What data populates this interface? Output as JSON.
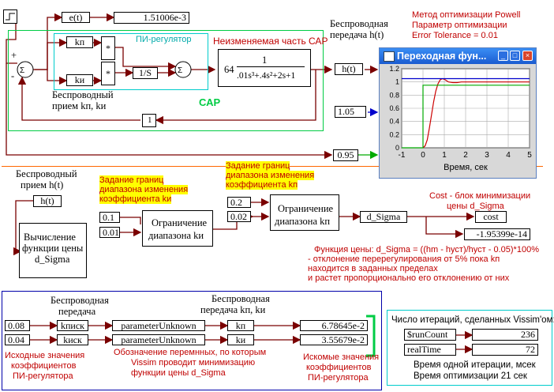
{
  "colors": {
    "dark_red": "#7a0000",
    "green": "#00cc44",
    "cyan": "#00cccc",
    "blue": "#0000aa",
    "orange": "#ff6600",
    "red_text": "#c00000",
    "highlight": "#ffff00"
  },
  "top": {
    "e_block": "e(t)",
    "e_value": "1.51006e-3",
    "kp_block": "kп",
    "ki_block": "kи",
    "mult": "*",
    "integrator": "1/S",
    "pi_label": "ПИ-регулятор",
    "plant_label": "Неизменяемая часть САР",
    "plant_gain": "64",
    "plant_num": "1",
    "plant_den": ".01s³+.4s²+2s+1",
    "wireless_tx_label": [
      "Беспроводная",
      "передача h(t)"
    ],
    "h_block": "h(t)",
    "wireless_rx_label": [
      "Беспроводный",
      "прием kп,  kи"
    ],
    "sar_label": "САР",
    "feedback_gain": "1",
    "const_105": "1.05",
    "const_095": "0.95",
    "plus": "+",
    "minus": "-",
    "method": [
      "Метод оптимизации Powell",
      "Параметр оптимизации",
      "Error Tolerance = 0.01"
    ]
  },
  "plot_window": {
    "title": "Переходная фун...",
    "xlabel": "Время, сек",
    "x_ticks": [
      "-1",
      "0",
      "1",
      "2",
      "3",
      "4",
      "5"
    ],
    "y_ticks": [
      "0",
      "0.2",
      "0.4",
      "0.6",
      "0.8",
      "1",
      "1.2"
    ],
    "btn_min": "_",
    "btn_max": "□",
    "btn_close": "×"
  },
  "chart_data": {
    "type": "line",
    "xlabel": "Время, сек",
    "xlim": [
      -1,
      5
    ],
    "ylim": [
      0,
      1.2
    ],
    "series": [
      {
        "color": "#cc0000",
        "x": [
          0,
          0.1,
          0.2,
          0.3,
          0.4,
          0.5,
          0.6,
          0.7,
          0.8,
          0.9,
          1.0,
          1.1,
          1.2,
          1.4,
          1.6,
          1.8,
          2.0,
          2.5,
          3,
          4,
          5
        ],
        "y": [
          0,
          0.03,
          0.12,
          0.3,
          0.5,
          0.7,
          0.86,
          0.97,
          1.03,
          1.05,
          1.04,
          1.02,
          1.0,
          0.99,
          0.99,
          1.0,
          1.0,
          1.0,
          1.0,
          1.0,
          1.0
        ]
      },
      {
        "color": "#0000cc",
        "x": [
          -1,
          5
        ],
        "y": [
          1.05,
          1.05
        ]
      },
      {
        "color": "#00aa00",
        "x": [
          -1,
          0,
          0,
          5
        ],
        "y": [
          0,
          0,
          0.95,
          0.95
        ]
      }
    ]
  },
  "middle": {
    "wireless_rx": [
      "Беспроводный",
      "прием h(t)"
    ],
    "h_block": "h(t)",
    "calc_block": [
      "Вычисление",
      "функции цены",
      "d_Sigma"
    ],
    "ki_bounds_label": [
      "Задание  границ",
      "диапазона изменения",
      "коэффициента kи"
    ],
    "kp_bounds_label": [
      "Задание  границ",
      "диапазона изменения",
      "коэффициента kп"
    ],
    "ki_max": "0.1",
    "ki_min": "0.01",
    "ki_limit": [
      "Ограничение",
      "диапазона kи"
    ],
    "kp_max": "0.2",
    "kp_min": "0.02",
    "kp_limit": [
      "Ограничение",
      "диапазона kп"
    ],
    "dsigma": "d_Sigma",
    "cost_label": [
      "Cost - блок минимизации",
      "цены d_Sigma"
    ],
    "cost": "cost",
    "cost_value": "-1.95399e-14",
    "formula": [
      "Функция цены: d_Sigma = ((hm - hуст)/hуст - 0.05)*100%",
      "- отклонение перерегулирования от 5%  пока kп",
      "находится в заданных пределах",
      "и растет пропорционально его отклонению от них"
    ]
  },
  "bottom": {
    "wireless_tx": [
      "Беспроводная",
      "передача"
    ],
    "wireless_rx": [
      "Беспроводная",
      "передача kп,  kи"
    ],
    "init_kp": "0.08",
    "init_ki": "0.04",
    "kp_send": "kписк",
    "ki_send": "kиск",
    "param1": "parameterUnknown",
    "param2": "parameterUnknown",
    "kp_out": "kп",
    "ki_out": "kи",
    "kp_result": "6.78645e-2",
    "ki_result": "3.55679e-2",
    "init_label": [
      "Исходные значения",
      "коэффициентов",
      "ПИ-регулятора"
    ],
    "note": [
      "Обозначение перемнных, по которым",
      "Vissim проводит минимизацию",
      "функции цены d_Sigma"
    ],
    "result_label": [
      "Искомые значения",
      "коэффициентов",
      "ПИ-регулятора"
    ],
    "iter_label": "Число итераций, сделанных Vissim'ом:",
    "run_count_name": "$runCount",
    "run_count": "236",
    "real_time_name": "realTime",
    "real_time": "72",
    "time_iter": "Время одной итерации, мсек",
    "time_total": "Время оптимизации 21 сек"
  }
}
